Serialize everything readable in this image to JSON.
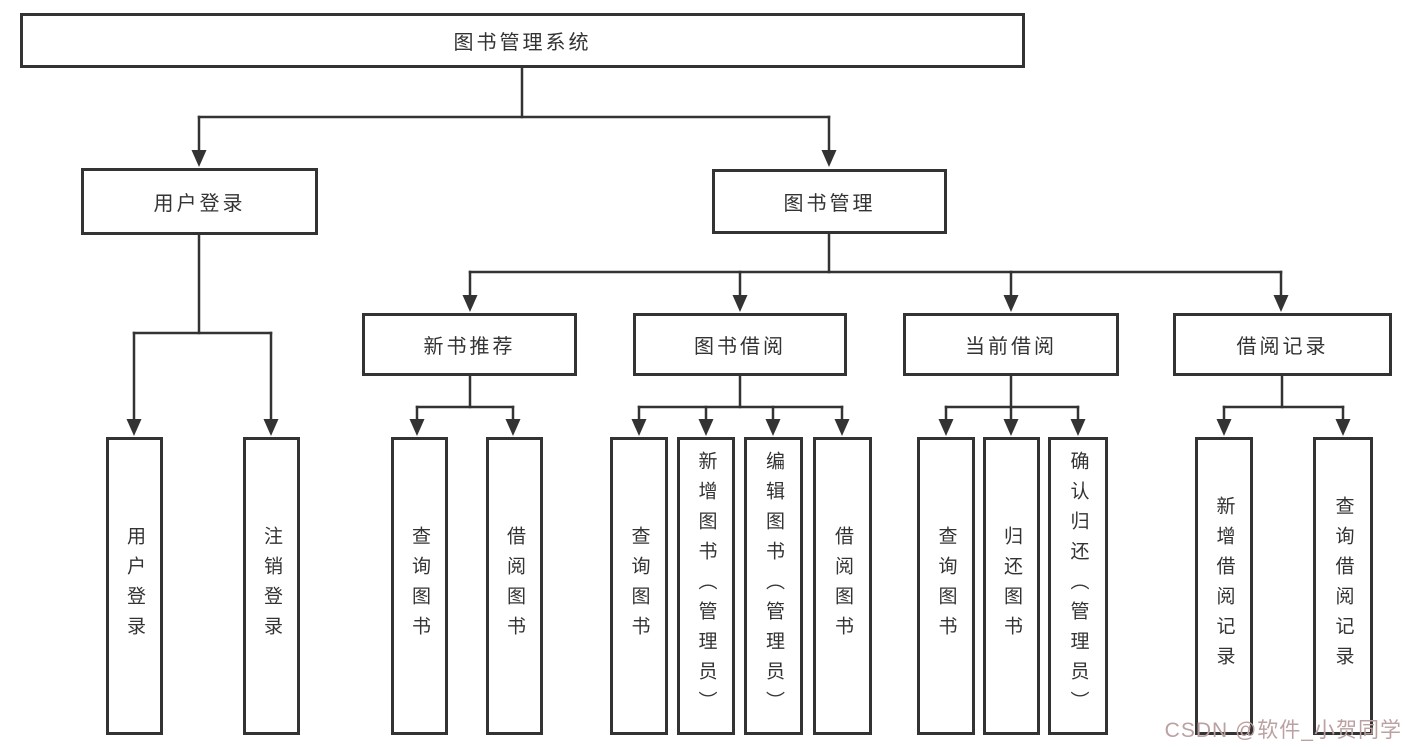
{
  "colors": {
    "line": "#333333",
    "text": "#333333",
    "box_background": "#ffffff",
    "page_background": "#ffffff",
    "watermark": "#bba1a1"
  },
  "nodes": {
    "root": "图书管理系统",
    "level2": [
      "用户登录",
      "图书管理"
    ],
    "level3": [
      "新书推荐",
      "图书借阅",
      "当前借阅",
      "借阅记录"
    ],
    "leaves": {
      "login": [
        "用户登录",
        "注销登录"
      ],
      "recommend": [
        "查询图书",
        "借阅图书"
      ],
      "borrow": [
        "查询图书",
        "新增图书（管理员）",
        "编辑图书（管理员）",
        "借阅图书"
      ],
      "current": [
        "查询图书",
        "归还图书",
        "确认归还（管理员）"
      ],
      "records": [
        "新增借阅记录",
        "查询借阅记录"
      ]
    }
  },
  "watermark": {
    "text": "CSDN @软件_小贺同学"
  }
}
